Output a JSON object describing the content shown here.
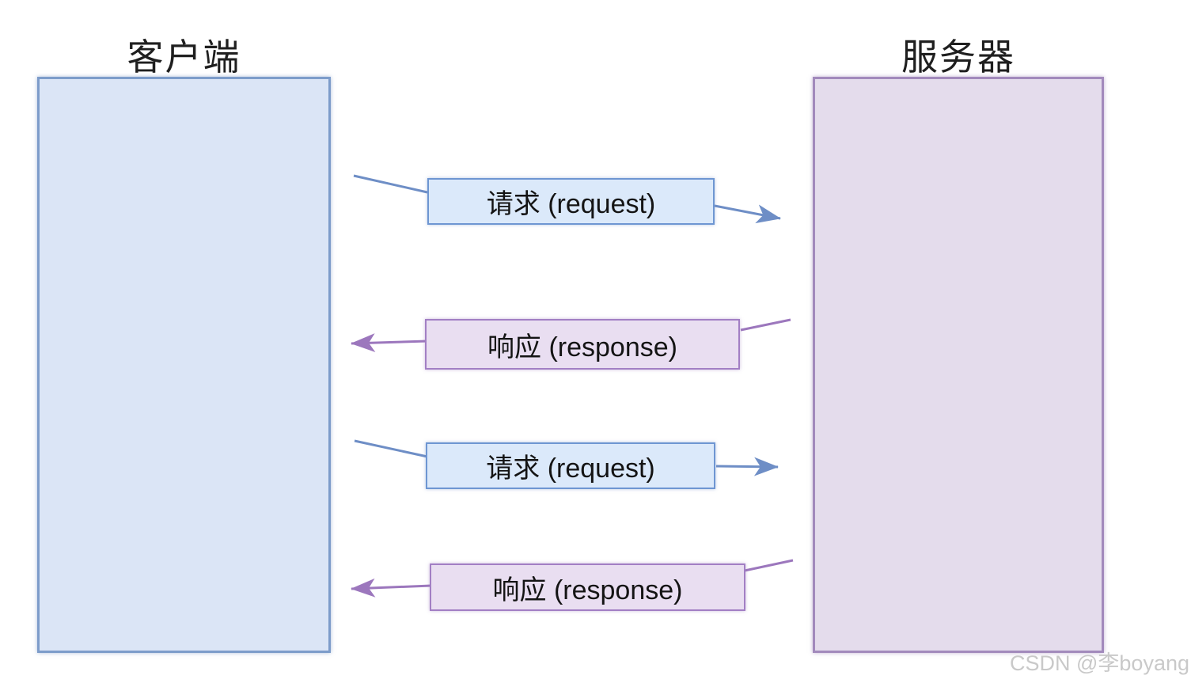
{
  "diagram": {
    "client": {
      "title": "客户端"
    },
    "server": {
      "title": "服务器"
    },
    "messages": [
      {
        "id": "request-1",
        "type": "request",
        "label": "请求 (request)",
        "direction": "client-to-server"
      },
      {
        "id": "response-1",
        "type": "response",
        "label": "响应 (response)",
        "direction": "server-to-client"
      },
      {
        "id": "request-2",
        "type": "request",
        "label": "请求 (request)",
        "direction": "client-to-server"
      },
      {
        "id": "response-2",
        "type": "response",
        "label": "响应 (response)",
        "direction": "server-to-client"
      }
    ],
    "colors": {
      "client_fill": "#dbe5f6",
      "client_border": "#7d9cca",
      "server_fill": "#e4dcec",
      "server_border": "#a28abc",
      "request_fill": "#dbe9fa",
      "request_border": "#6e96d2",
      "response_fill": "#e9def1",
      "response_border": "#a27fc4",
      "request_arrow": "#6e8ec6",
      "response_arrow": "#9c77bd"
    }
  },
  "watermark": "CSDN @李boyang"
}
